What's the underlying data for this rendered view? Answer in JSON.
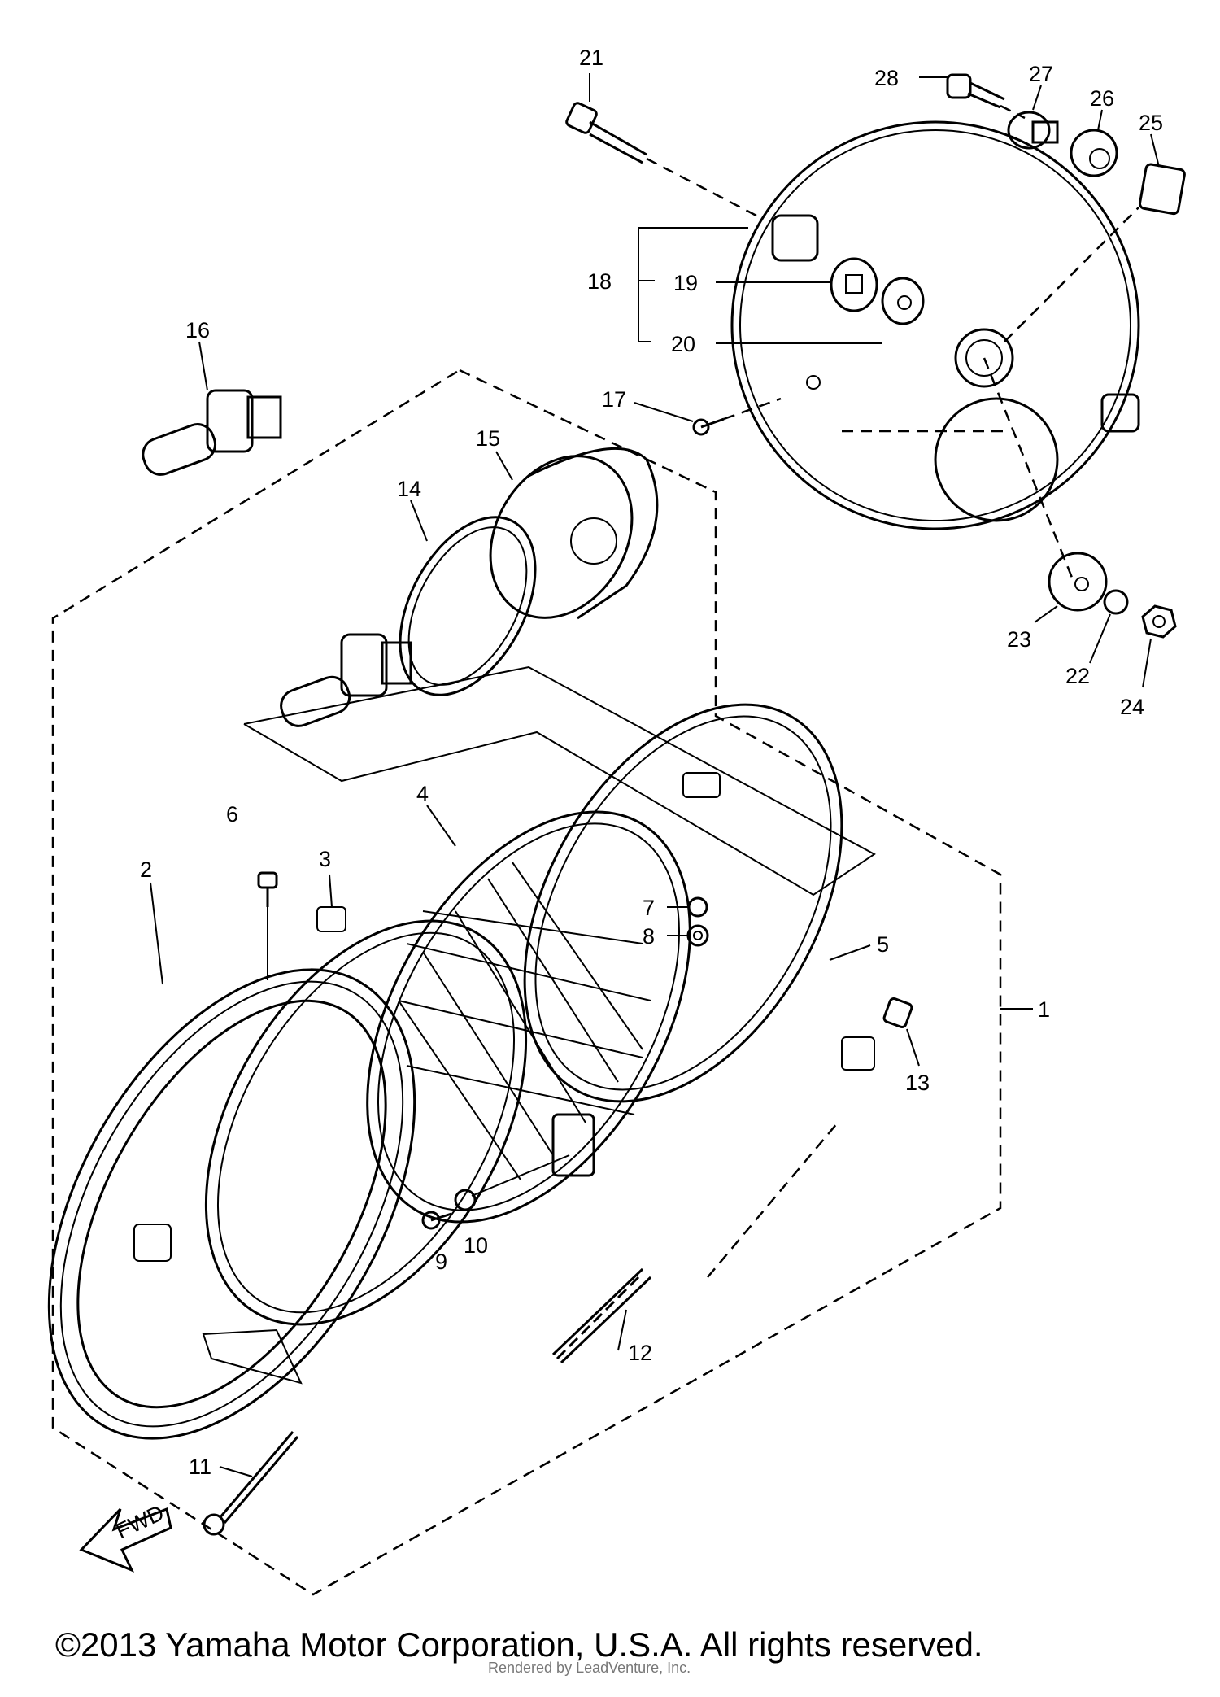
{
  "diagram": {
    "parts": [
      {
        "num": "1"
      },
      {
        "num": "2"
      },
      {
        "num": "3"
      },
      {
        "num": "4"
      },
      {
        "num": "5"
      },
      {
        "num": "6"
      },
      {
        "num": "7"
      },
      {
        "num": "8"
      },
      {
        "num": "9"
      },
      {
        "num": "10"
      },
      {
        "num": "11"
      },
      {
        "num": "12"
      },
      {
        "num": "13"
      },
      {
        "num": "14"
      },
      {
        "num": "15"
      },
      {
        "num": "16"
      },
      {
        "num": "17"
      },
      {
        "num": "18"
      },
      {
        "num": "19"
      },
      {
        "num": "20"
      },
      {
        "num": "21"
      },
      {
        "num": "22"
      },
      {
        "num": "23"
      },
      {
        "num": "24"
      },
      {
        "num": "25"
      },
      {
        "num": "26"
      },
      {
        "num": "27"
      },
      {
        "num": "28"
      }
    ],
    "fwd_label": "FWD"
  },
  "footer": {
    "copyright": "©2013 Yamaha Motor Corporation, U.S.A. All rights reserved.",
    "rendered_by": "Rendered by LeadVenture, Inc."
  }
}
